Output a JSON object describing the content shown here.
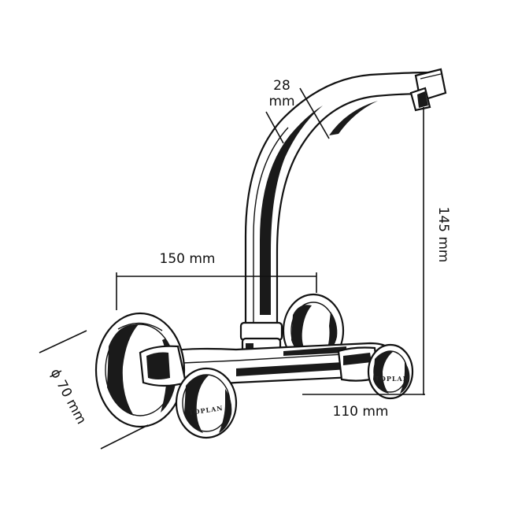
{
  "dimensions": {
    "spout_diameter": {
      "value": "28",
      "unit": "mm"
    },
    "spout_height": "145 mm",
    "center_distance": "150 mm",
    "flange_diameter": "ϕ 70 mm",
    "reach": "110 mm"
  },
  "brand": {
    "left_handle": "TOPLAN",
    "right_handle": "TOPLAN"
  },
  "colors": {
    "line": "#111111",
    "background": "#ffffff"
  }
}
